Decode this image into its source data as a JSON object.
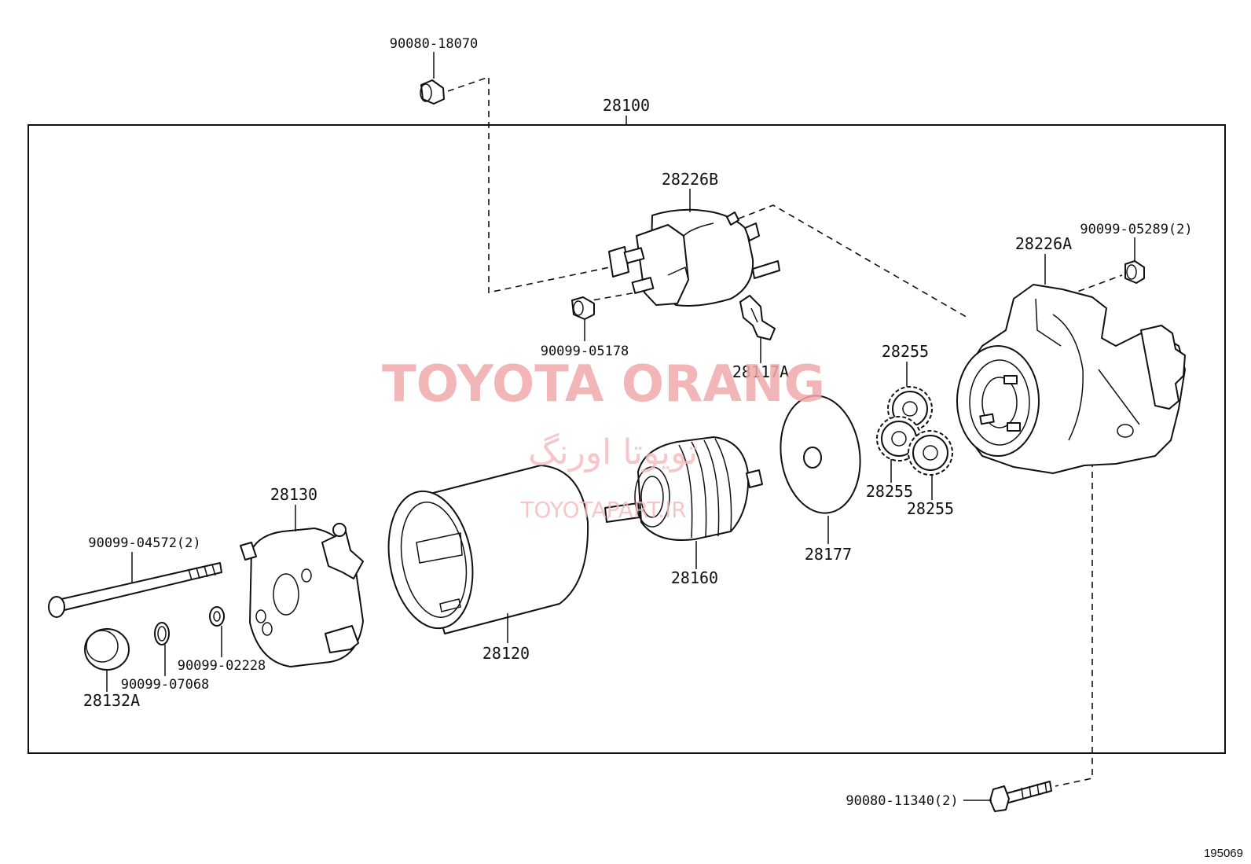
{
  "assembly_label": "28100",
  "watermark": {
    "brand": "TOYOTA ORANG",
    "brand_fa": "تویوتا اورنگ",
    "site": "TOYOTAPART.IR"
  },
  "diagram_number": "195069",
  "parts": {
    "nut_top": "90080-18070",
    "solenoid_switch": "28226B",
    "solenoid_nut": "90099-05178",
    "plunger": "28117A",
    "starter_housing": "28226A",
    "housing_nut": "90099-05289(2)",
    "planetary_gear_top": "28255",
    "planetary_gear_left": "28255",
    "planetary_gear_right": "28255",
    "plate": "28177",
    "armature": "28160",
    "yoke": "28120",
    "end_frame": "28130",
    "through_bolt": "90099-04572(2)",
    "cap": "28132A",
    "snap_ring": "90099-07068",
    "washer": "90099-02228",
    "bolt_bottom": "90080-11340(2)"
  }
}
